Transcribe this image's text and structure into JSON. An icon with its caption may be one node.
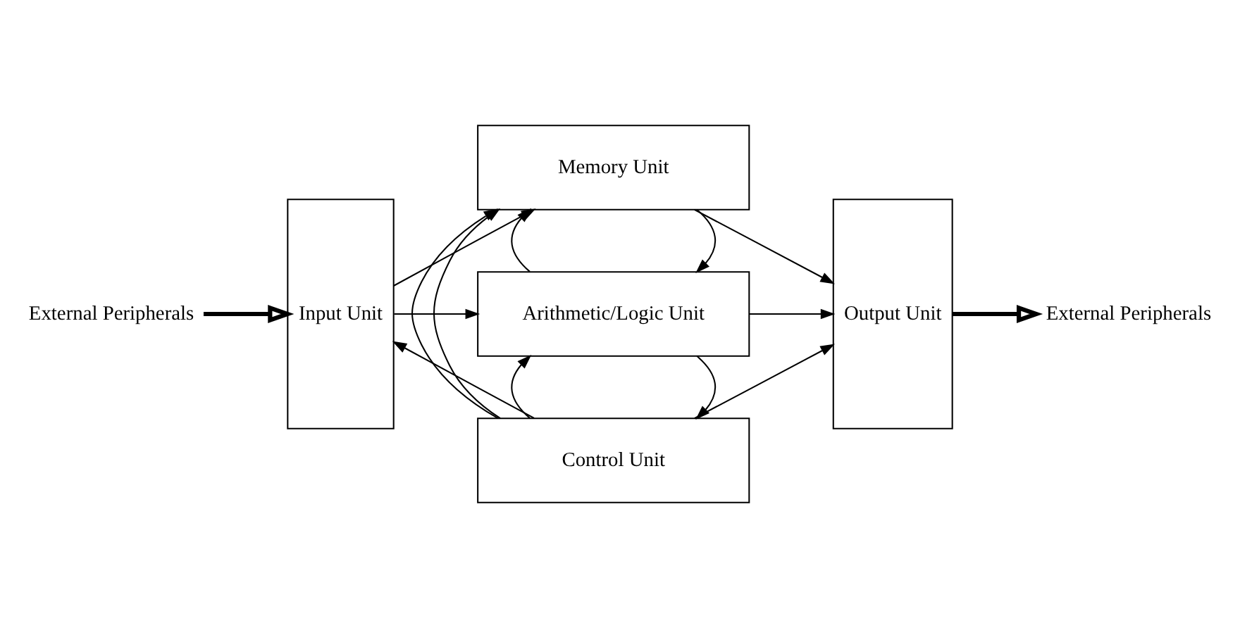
{
  "diagram": {
    "nodes": [
      {
        "text": [
          "External Peripherals"
        ]
      },
      {
        "text": [
          "Input Unit"
        ]
      },
      {
        "text": [
          "Memory Unit"
        ]
      },
      {
        "text": [
          "Arithmetic/Logic Unit"
        ]
      },
      {
        "text": [
          "Control Unit"
        ]
      },
      {
        "text": [
          "Output Unit"
        ]
      },
      {
        "text": [
          "External Peripherals"
        ]
      }
    ],
    "edges": [
      {
        "from": 0,
        "to": 1,
        "arrow": "to",
        "style": "thick"
      },
      {
        "from": 1,
        "to": 2,
        "arrow": "to"
      },
      {
        "from": 1,
        "to": 3,
        "arrow": "to"
      },
      {
        "from": 4,
        "to": 1,
        "arrow": "to"
      },
      {
        "from": 4,
        "to": 2,
        "arrow": "to"
      },
      {
        "from": 2,
        "to": 3,
        "arrow": "to"
      },
      {
        "from": 3,
        "to": 2,
        "arrow": "to"
      },
      {
        "from": 3,
        "to": 4,
        "arrow": "to"
      },
      {
        "from": 4,
        "to": 3,
        "arrow": "to"
      },
      {
        "from": 2,
        "to": 5,
        "arrow": "to"
      },
      {
        "from": 3,
        "to": 5,
        "arrow": "to"
      },
      {
        "from": 4,
        "to": 2,
        "arrow": "to"
      },
      {
        "from": 4,
        "to": 5,
        "arrow": "to"
      },
      {
        "from": 5,
        "to": 6,
        "arrow": "to",
        "style": "thick"
      }
    ]
  }
}
